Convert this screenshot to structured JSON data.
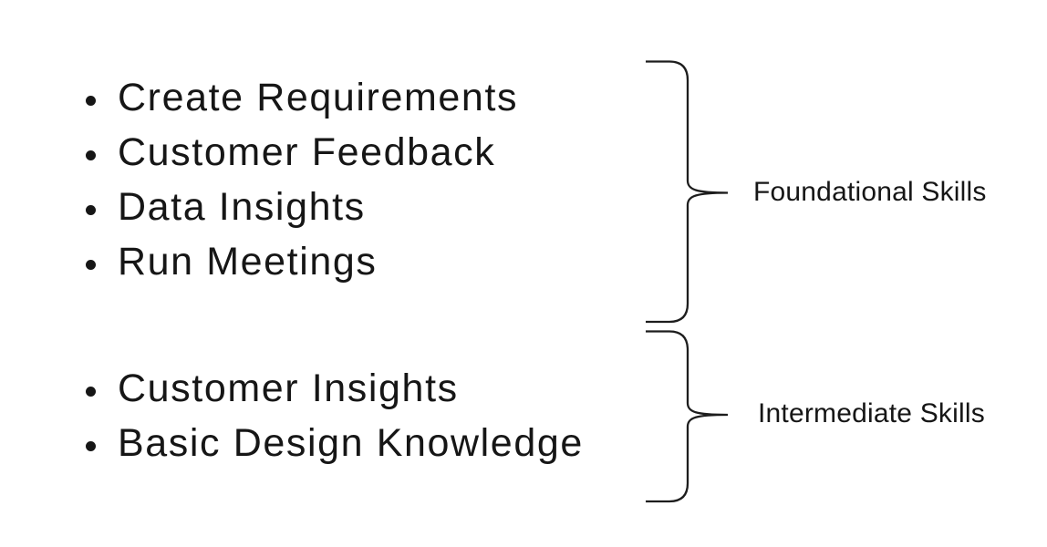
{
  "diagram": {
    "groups": [
      {
        "label": "Foundational Skills",
        "items": [
          "Create Requirements",
          "Customer Feedback",
          "Data Insights",
          "Run Meetings"
        ]
      },
      {
        "label": "Intermediate Skills",
        "items": [
          "Customer Insights",
          "Basic Design Knowledge"
        ]
      }
    ],
    "colors": {
      "background": "#ffffff",
      "text": "#161616",
      "brace": "#1d1d1d"
    }
  }
}
